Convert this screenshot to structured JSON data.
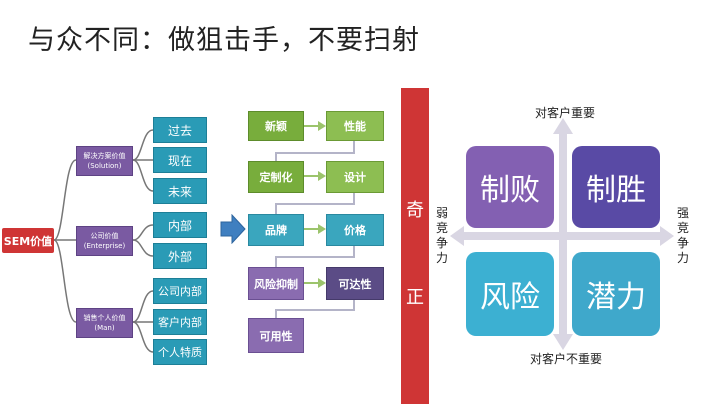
{
  "title": "与众不同：做狙击手，不要扫射",
  "tree": {
    "root": "SEM价值",
    "groups": [
      {
        "label_line1": "解决方案价值",
        "label_line2": "(Solution)",
        "items": [
          "过去",
          "现在",
          "未来"
        ]
      },
      {
        "label_line1": "公司价值",
        "label_line2": "(Enterprise)",
        "items": [
          "内部",
          "外部"
        ]
      },
      {
        "label_line1": "销售个人价值",
        "label_line2": "(Man)",
        "items": [
          "公司内部",
          "客户内部",
          "个人特质"
        ]
      }
    ]
  },
  "flow": {
    "rows": [
      {
        "left": "新颖",
        "right": "性能"
      },
      {
        "left": "定制化",
        "right": "设计"
      },
      {
        "left": "品牌",
        "right": "价格"
      },
      {
        "left": "风险抑制",
        "right": "可达性"
      },
      {
        "left": "可用性",
        "right": ""
      }
    ]
  },
  "banner": {
    "top": "奇",
    "bottom": "正"
  },
  "matrix": {
    "top_label": "对客户重要",
    "bottom_label": "对客户不重要",
    "left_label": [
      "弱",
      "竞",
      "争",
      "力"
    ],
    "right_label": [
      "强",
      "竞",
      "争",
      "力"
    ],
    "quadrants": {
      "top_left": "制败",
      "top_right": "制胜",
      "bottom_left": "风险",
      "bottom_right": "潜力"
    }
  },
  "colors": {
    "teal": "#2a9bb6",
    "purple": "#7a5aa2",
    "green": "#78ad3c",
    "red": "#cf3535",
    "matrix_axis": "#d9d6e3"
  }
}
